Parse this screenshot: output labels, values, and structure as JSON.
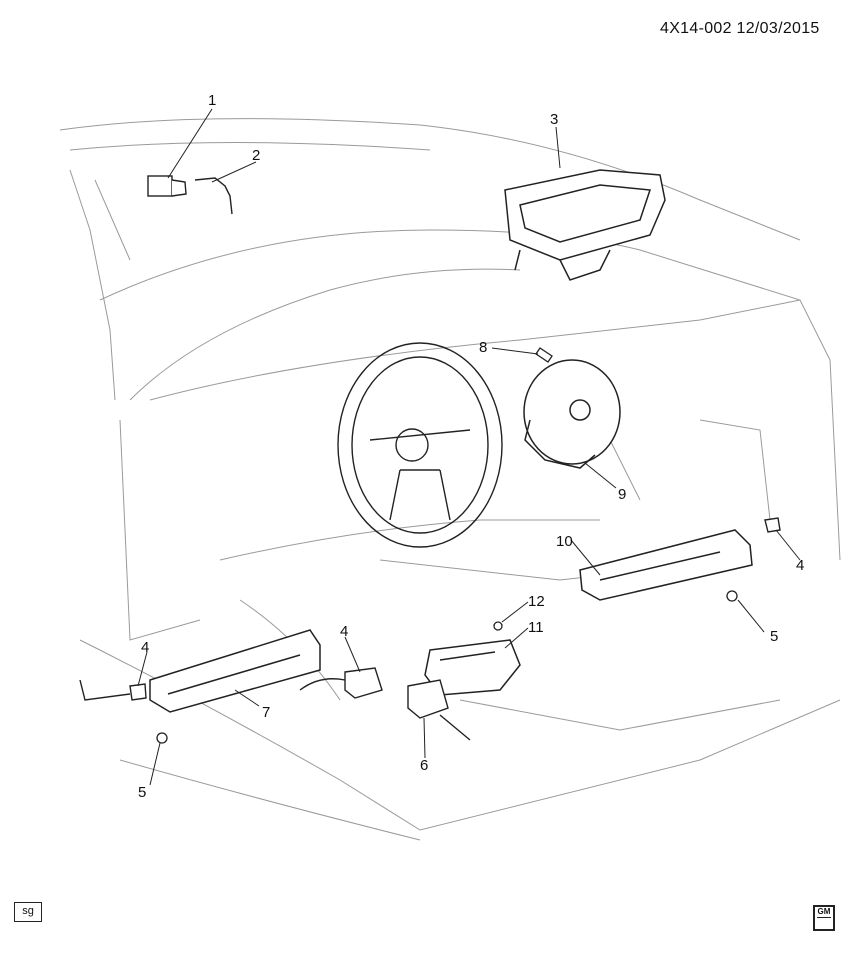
{
  "header": {
    "ref_code": "4X14-002 12/03/2015"
  },
  "callouts": [
    "1",
    "2",
    "3",
    "4",
    "4",
    "4",
    "5",
    "5",
    "6",
    "7",
    "8",
    "9",
    "10",
    "11",
    "12"
  ],
  "footer": {
    "badge": "sg",
    "logo_text": "GM"
  },
  "colors": {
    "line": "#222222",
    "light_line": "#9a9a9a",
    "background": "#ffffff"
  }
}
